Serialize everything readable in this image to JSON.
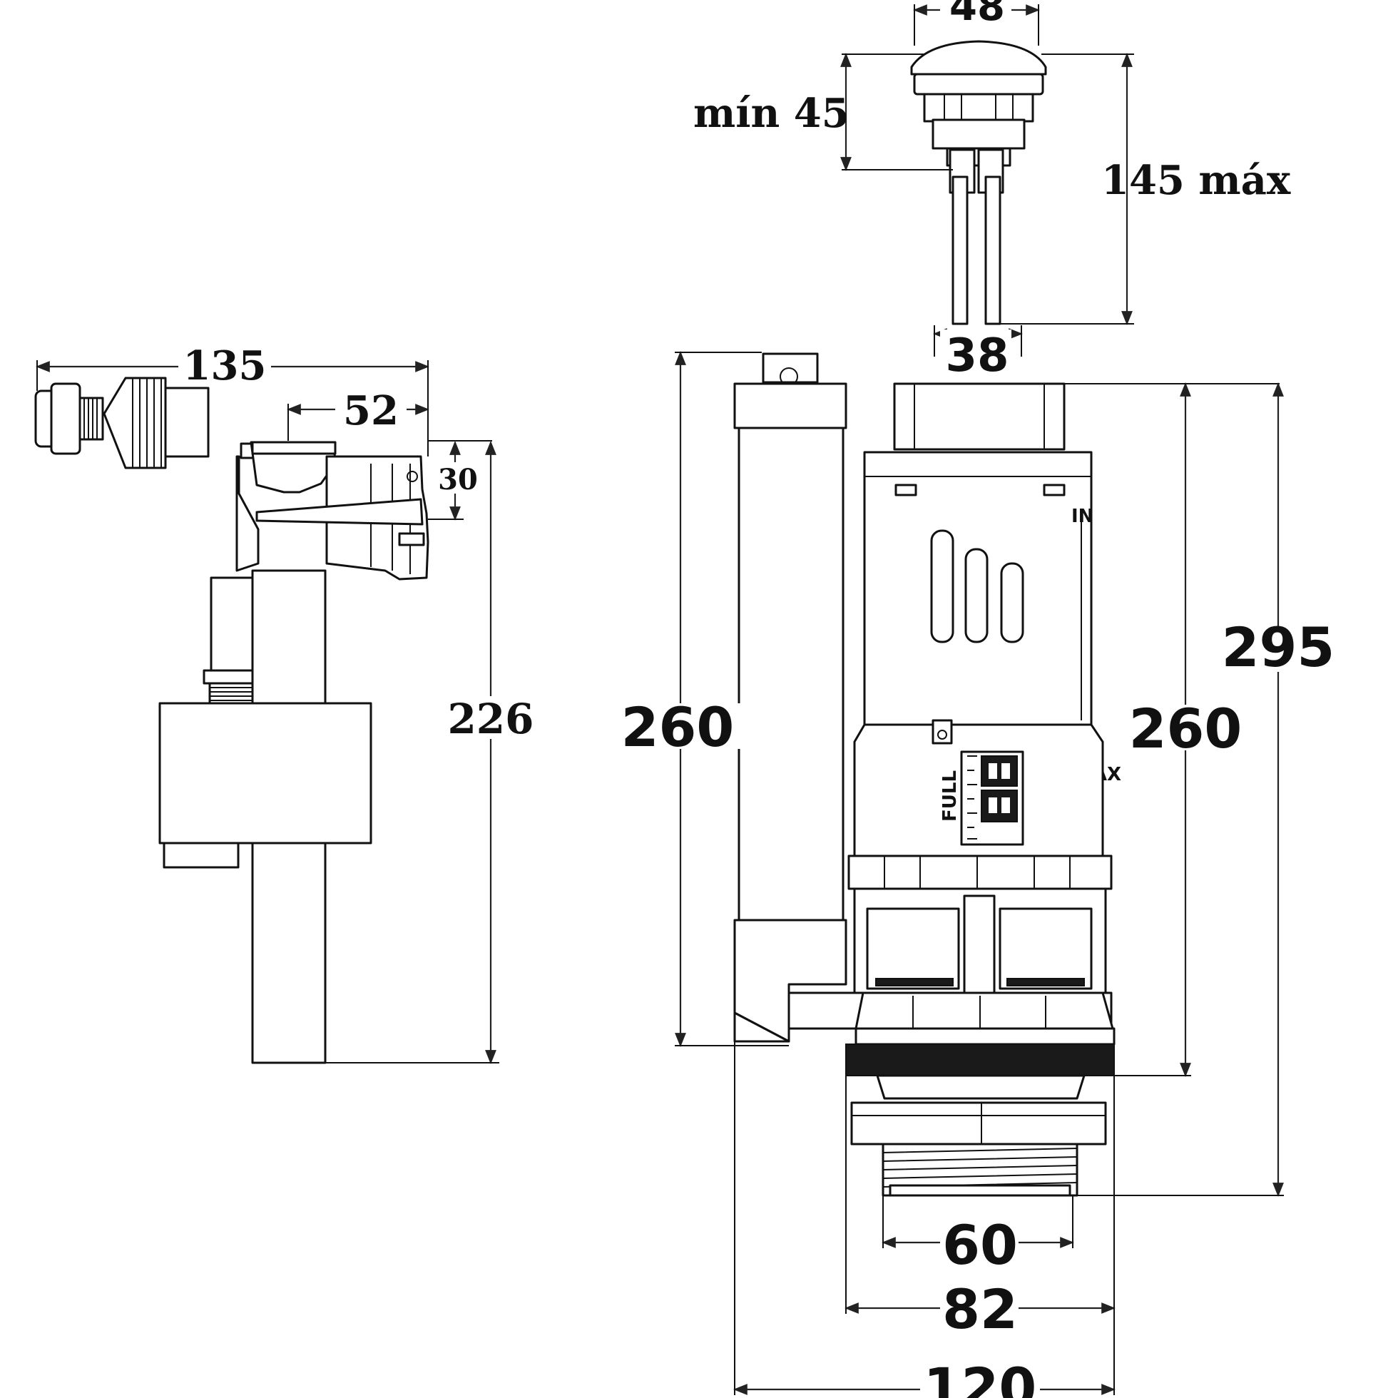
{
  "fill_valve": {
    "dim_width_total": "135",
    "dim_width_head": "52",
    "dim_head_height": "30",
    "dim_total_height": "226"
  },
  "push_button": {
    "dim_button_diameter": "48",
    "dim_min_length": "mín 45",
    "dim_max_length": "145 máx",
    "dim_rod_span": "38"
  },
  "flush_valve": {
    "dim_overflow_height": "260",
    "dim_body_height": "260",
    "dim_total_height": "295",
    "dim_thread_diameter": "60",
    "dim_nut_diameter": "82",
    "dim_base_width": "120",
    "level_label": "FULL"
  }
}
